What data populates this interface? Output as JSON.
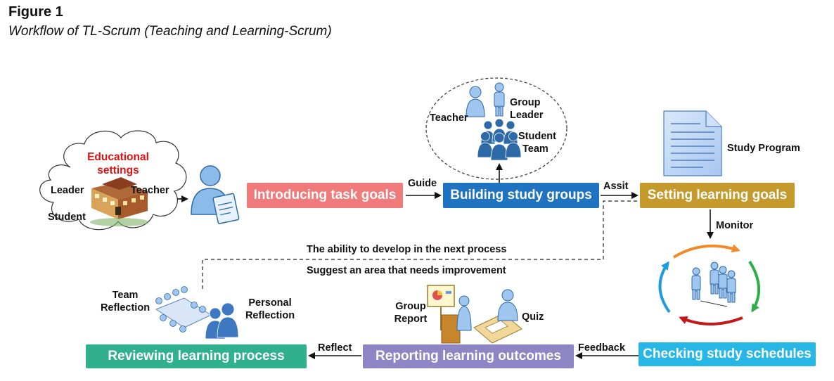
{
  "figure": {
    "title": "Figure 1",
    "subtitle": "Workflow of TL-Scrum (Teaching and Learning-Scrum)"
  },
  "boxes": {
    "introducing": "Introducing task goals",
    "building": "Building study groups",
    "setting": "Setting learning goals",
    "checking": "Checking study schedules",
    "reporting": "Reporting learning outcomes",
    "reviewing": "Reviewing learning process"
  },
  "arrows": {
    "guide": "Guide",
    "assit": "Assit",
    "monitor": "Monitor",
    "feedback": "Feedback",
    "reflect": "Reflect"
  },
  "cloud": {
    "title_line1": "Educational",
    "title_line2": "settings",
    "leader": "Leader",
    "teacher": "Teacher",
    "student": "Student"
  },
  "group_circle": {
    "teacher": "Teacher",
    "group_leader_line1": "Group",
    "group_leader_line2": "Leader",
    "student_team_line1": "Student",
    "student_team_line2": "Team"
  },
  "study_program": "Study Program",
  "feedback_loop": {
    "line1": "The ability to develop in the next process",
    "line2": "Suggest an area that needs improvement"
  },
  "reflection": {
    "team_line1": "Team",
    "team_line2": "Reflection",
    "personal_line1": "Personal",
    "personal_line2": "Reflection"
  },
  "report": {
    "group_report_line1": "Group",
    "group_report_line2": "Report",
    "quiz": "Quiz"
  },
  "colors": {
    "introducing": "#f07a7a",
    "building": "#1f73c0",
    "setting": "#c39a2b",
    "checking": "#27b7e6",
    "reporting": "#8e86c4",
    "reviewing": "#31b08e",
    "person": "#7fb2e5",
    "person_dark": "#2e6aa8"
  }
}
